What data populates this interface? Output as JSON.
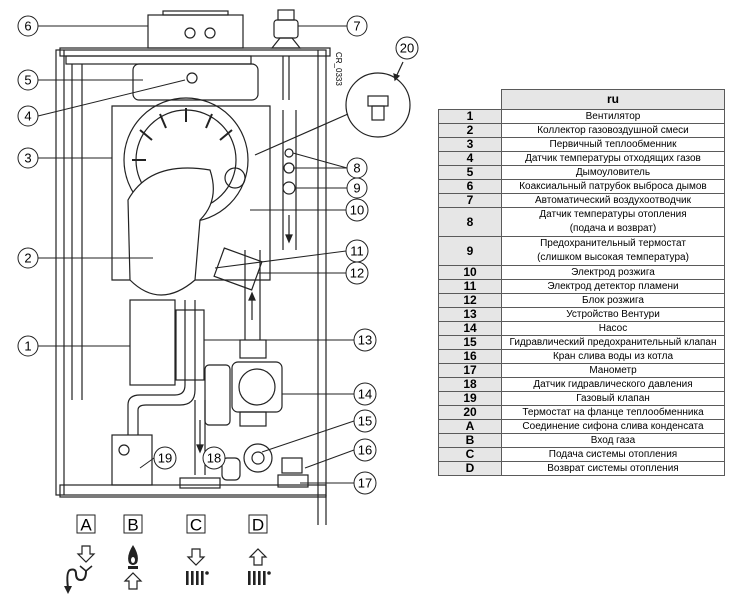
{
  "diagram": {
    "drawing_code": "CR_0333",
    "callouts": [
      {
        "id": "6",
        "label": "6"
      },
      {
        "id": "7",
        "label": "7"
      },
      {
        "id": "20",
        "label": "20"
      },
      {
        "id": "5",
        "label": "5"
      },
      {
        "id": "4",
        "label": "4"
      },
      {
        "id": "3",
        "label": "3"
      },
      {
        "id": "8",
        "label": "8"
      },
      {
        "id": "9",
        "label": "9"
      },
      {
        "id": "10",
        "label": "10"
      },
      {
        "id": "2",
        "label": "2"
      },
      {
        "id": "11",
        "label": "11"
      },
      {
        "id": "12",
        "label": "12"
      },
      {
        "id": "1",
        "label": "1"
      },
      {
        "id": "13",
        "label": "13"
      },
      {
        "id": "14",
        "label": "14"
      },
      {
        "id": "15",
        "label": "15"
      },
      {
        "id": "16",
        "label": "16"
      },
      {
        "id": "19",
        "label": "19"
      },
      {
        "id": "18",
        "label": "18"
      },
      {
        "id": "17",
        "label": "17"
      }
    ],
    "connections": [
      {
        "label": "A",
        "icon": "condensate-drain-icon"
      },
      {
        "label": "B",
        "icon": "gas-flame-inlet-icon"
      },
      {
        "label": "C",
        "icon": "heating-flow-radiator-icon"
      },
      {
        "label": "D",
        "icon": "heating-return-radiator-icon"
      }
    ]
  },
  "legend": {
    "language_header": "ru",
    "rows": [
      {
        "key": "1",
        "text": "Вентилятор"
      },
      {
        "key": "2",
        "text": "Коллектор газовоздушной смеси"
      },
      {
        "key": "3",
        "text": "Первичный теплообменник"
      },
      {
        "key": "4",
        "text": "Датчик температуры отходящих газов"
      },
      {
        "key": "5",
        "text": "Дымоуловитель"
      },
      {
        "key": "6",
        "text": "Коаксиальный патрубок выброса дымов"
      },
      {
        "key": "7",
        "text": "Автоматический воздухоотводчик"
      },
      {
        "key": "8",
        "text": "Датчик температуры отопления (подача и возврат)",
        "line1": "Датчик температуры отопления",
        "line2": "(подача и возврат)"
      },
      {
        "key": "9",
        "text": "Предохранительный термостат (слишком высокая температура)",
        "line1": "Предохранительный термостат",
        "line2": "(слишком высокая температура)"
      },
      {
        "key": "10",
        "text": "Электрод розжига"
      },
      {
        "key": "11",
        "text": "Электрод детектор пламени"
      },
      {
        "key": "12",
        "text": "Блок розжига"
      },
      {
        "key": "13",
        "text": "Устройство Вентури"
      },
      {
        "key": "14",
        "text": "Насос"
      },
      {
        "key": "15",
        "text": "Гидравлический предохранительный клапан"
      },
      {
        "key": "16",
        "text": "Кран слива воды из котла"
      },
      {
        "key": "17",
        "text": "Манометр"
      },
      {
        "key": "18",
        "text": "Датчик гидравлического давления"
      },
      {
        "key": "19",
        "text": "Газовый клапан"
      },
      {
        "key": "20",
        "text": "Термостат на фланце теплообменника"
      },
      {
        "key": "A",
        "text": "Соединение сифона слива конденсата"
      },
      {
        "key": "B",
        "text": "Вход газа"
      },
      {
        "key": "C",
        "text": "Подача системы отопления"
      },
      {
        "key": "D",
        "text": "Возврат системы отопления"
      }
    ]
  },
  "colors": {
    "line": "#222222",
    "header_fill": "#e6e6e6",
    "table_border": "#5a5a5a"
  }
}
